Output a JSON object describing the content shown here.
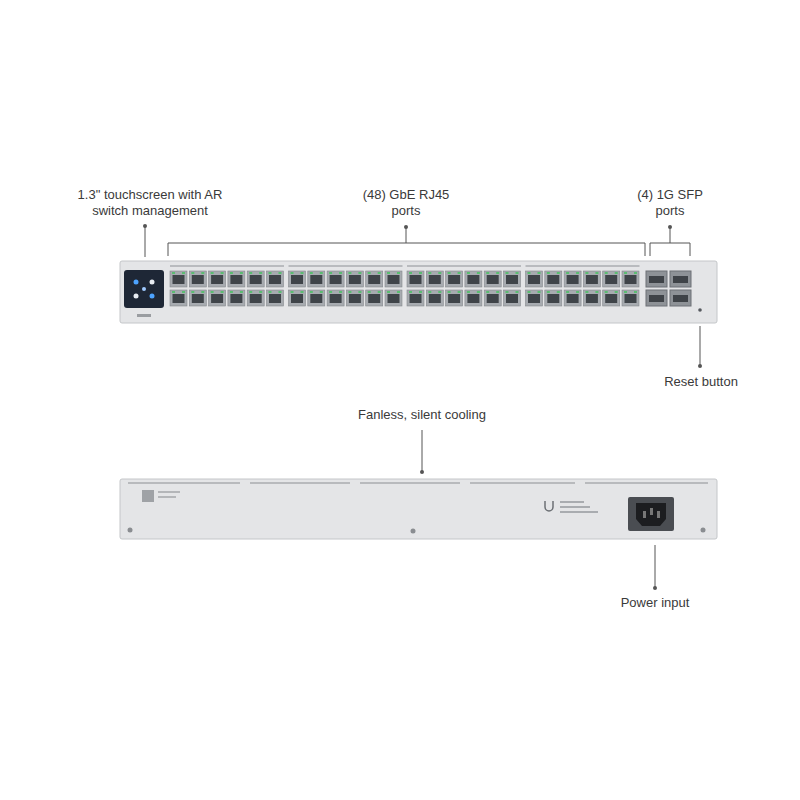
{
  "diagram": {
    "labels": [
      "1.3\" touchscreen with AR switch management",
      "(48) GbE RJ45 ports",
      "(4) 1G SFP ports",
      "Reset button",
      "Fanless, silent cooling",
      "Power input"
    ]
  }
}
